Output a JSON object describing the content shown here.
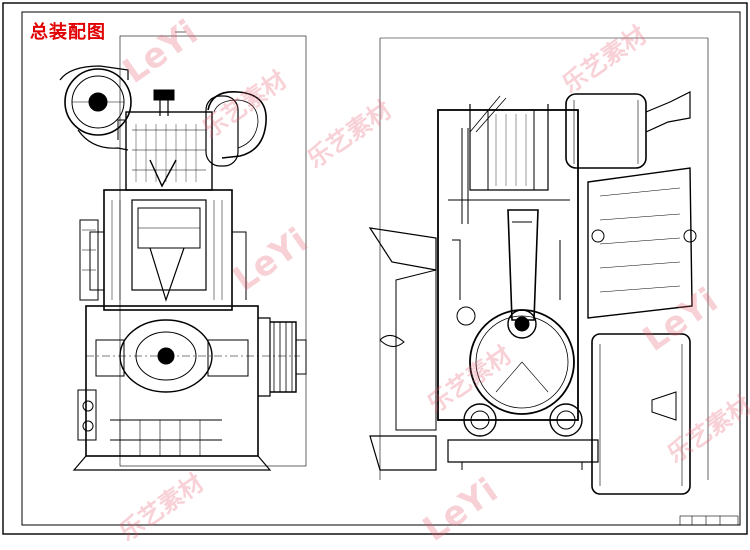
{
  "title": "总装配图",
  "watermark": {
    "latin": "LeYi",
    "chinese": "乐艺素材",
    "color": "#e65a6e"
  },
  "colors": {
    "title": "#e00000",
    "ink": "#000000",
    "paper": "#ffffff"
  }
}
